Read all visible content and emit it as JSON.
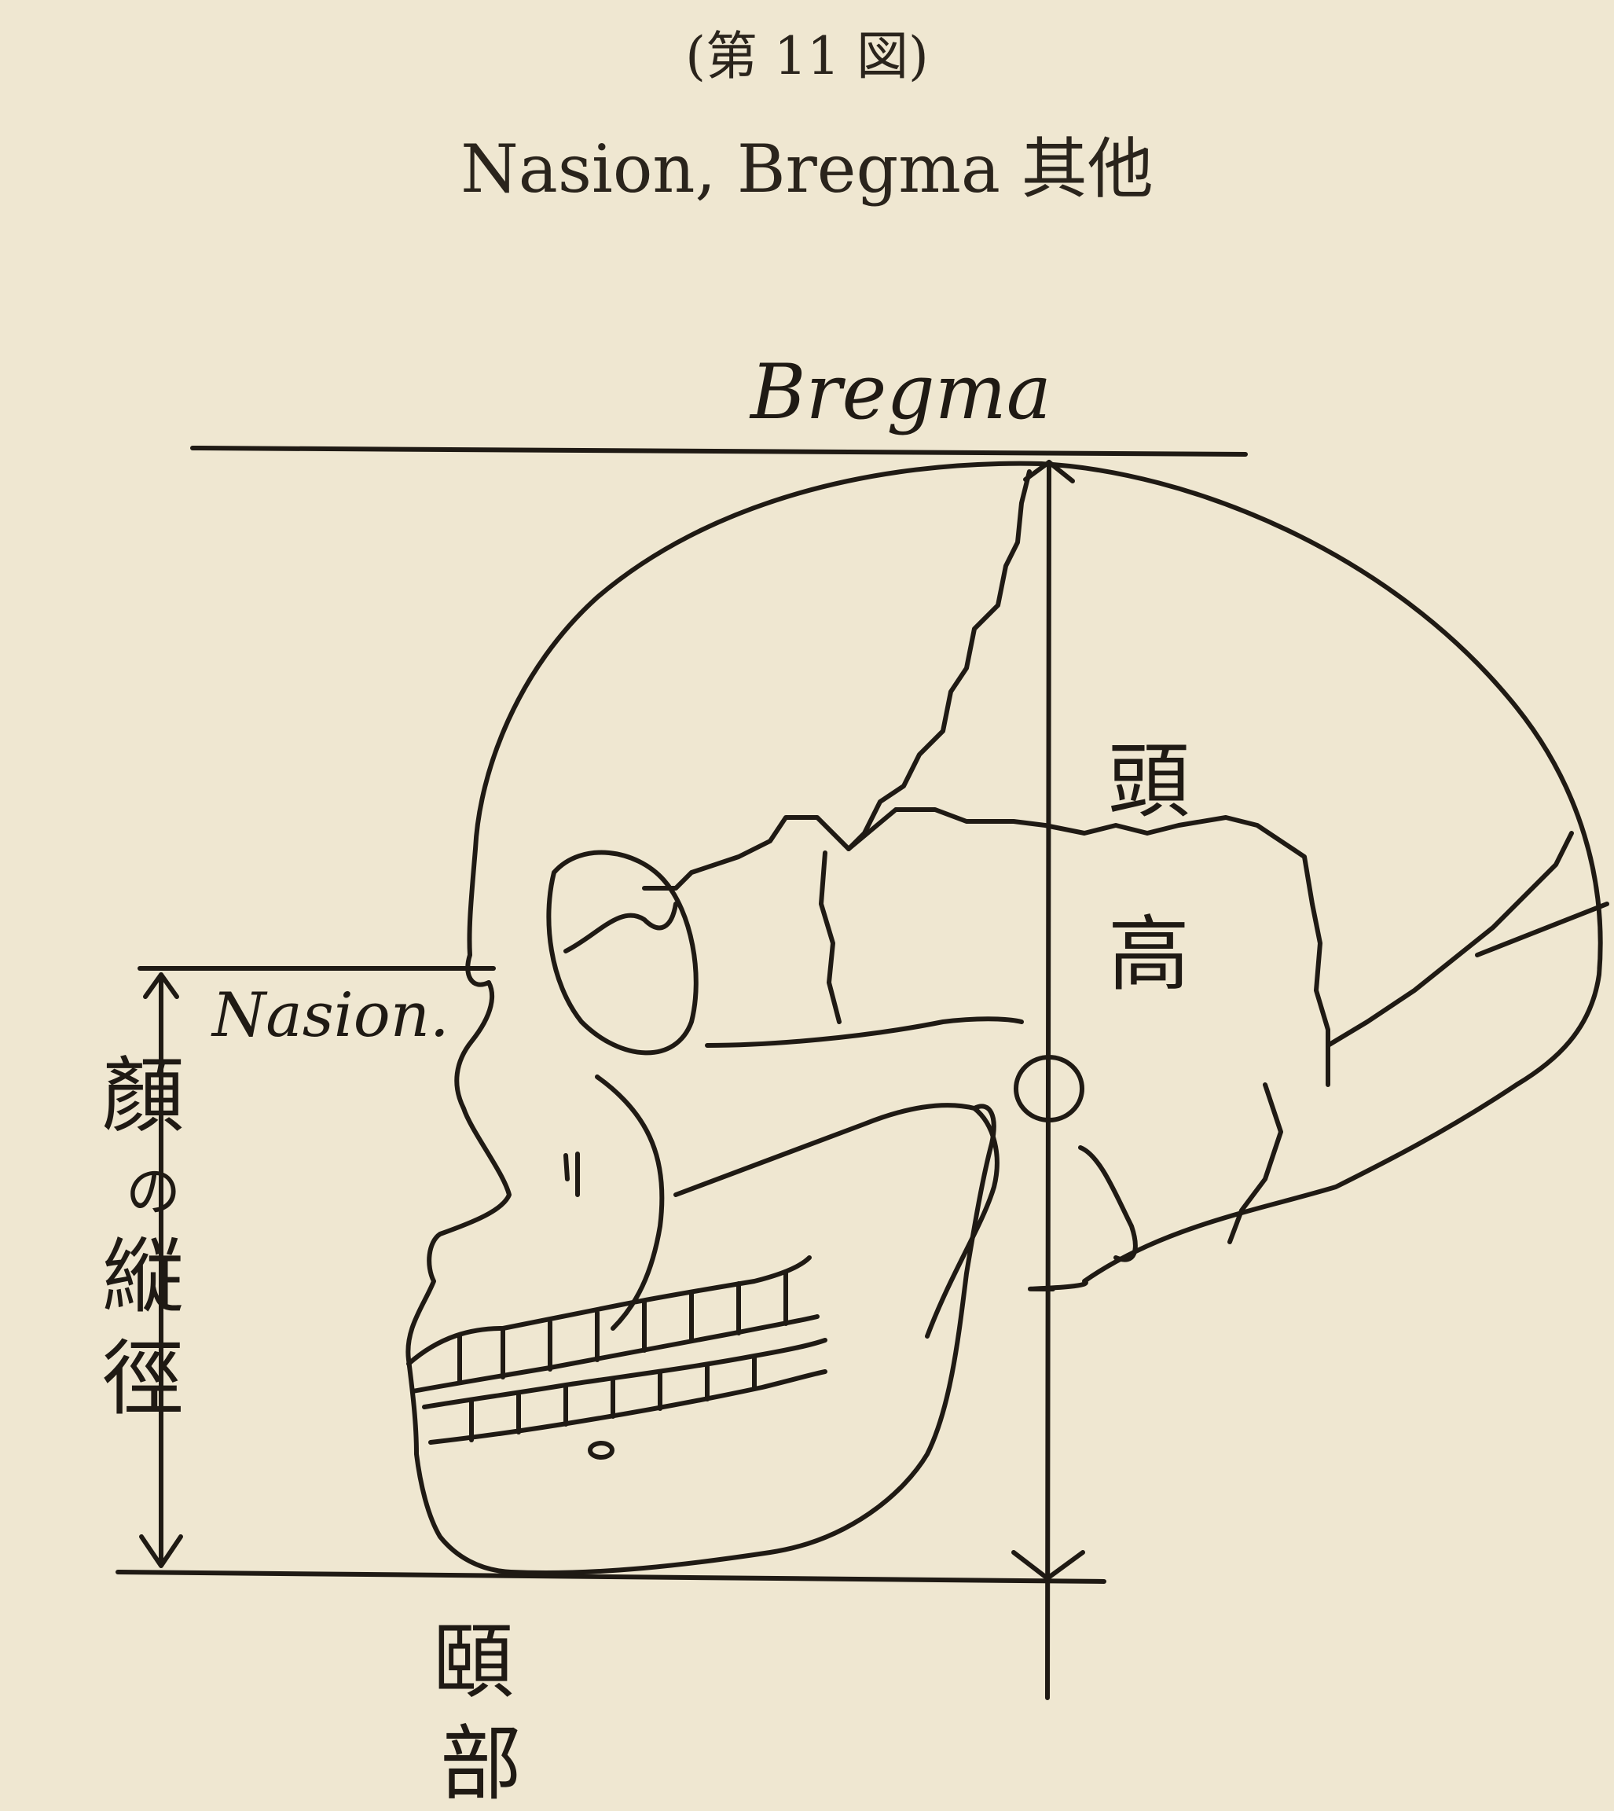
{
  "figure": {
    "number_label": "(第 11 図)",
    "caption": "Nasion, Bregma 其他"
  },
  "labels": {
    "bregma": "Bregma",
    "nasion": "Nasion.",
    "head_height": "頭高",
    "face_height": "顏の縦徑",
    "chin": "頤部"
  },
  "colors": {
    "paper": "#efe7d1",
    "ink": "#1f1a14"
  }
}
